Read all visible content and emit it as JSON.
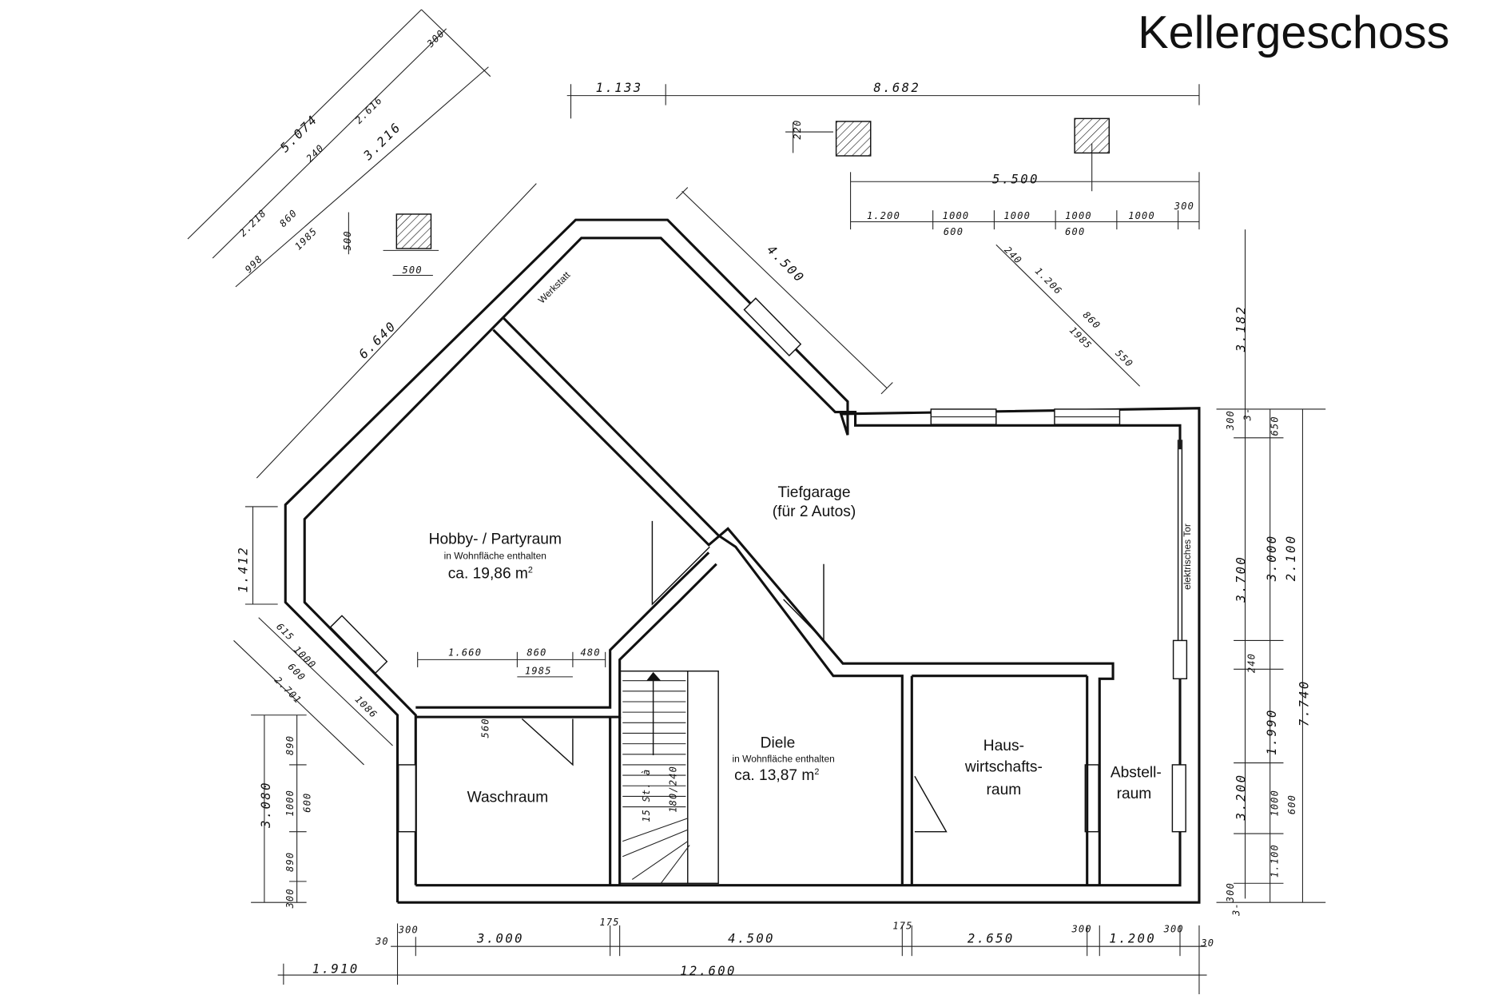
{
  "title": "Kellergeschoss",
  "rooms": {
    "hobby": {
      "name": "Hobby- / Partyraum",
      "note": "in Wohnfläche enthalten",
      "area": "ca. 19,86 m",
      "sup": "2"
    },
    "garage": {
      "name": "Tiefgarage",
      "sub": "(für 2 Autos)"
    },
    "werkstatt": {
      "name": "Werkstatt"
    },
    "diele": {
      "name": "Diele",
      "note": "in Wohnfläche enthalten",
      "area": "ca. 13,87 m",
      "sup": "2"
    },
    "wasch": {
      "name": "Waschraum"
    },
    "haus": {
      "line1": "Haus-",
      "line2": "wirtschafts-",
      "line3": "raum"
    },
    "abstell": {
      "line1": "Abstell-",
      "line2": "raum"
    },
    "tor": {
      "name": "elektrisches Tor"
    }
  },
  "dims": {
    "top_1133": "1.133",
    "top_8682": "8.682",
    "top_5500": "5.500",
    "top_1200": "1.200",
    "top_1000a": "1000",
    "top_1000b": "1000",
    "top_1000c": "1000",
    "top_1000d": "1000",
    "top_300": "300",
    "top_600a": "600",
    "top_600b": "600",
    "pillar_220": "220",
    "diag_5074": "5.074",
    "diag_2616": "2.616",
    "diag_240": "240",
    "diag_3216": "3.216",
    "diag_300": "300",
    "diag_2218": "2.218",
    "diag_860": "860",
    "diag_998": "998",
    "diag_1985": "1985",
    "pillar_500a": "500",
    "pillar_500b": "500",
    "diag_6640": "6.640",
    "diag_4500": "4.500",
    "r_240": "240",
    "r_1206": "1.206",
    "r_860": "860",
    "r_1985": "1985",
    "r_550": "550",
    "right_3182": "3.182",
    "right_300": "300",
    "right_3": "3-",
    "right_650": "650",
    "right_3700": "3.700",
    "right_3000": "3.000",
    "right_2100": "2.100",
    "right_240": "240",
    "right_1990": "1.990",
    "right_7740": "7.740",
    "right_3200": "3.200",
    "right_1000": "1000",
    "right_600": "600",
    "right_1100": "1.100",
    "right_300b": "300",
    "right_3b": "3-",
    "left_1412": "1.412",
    "ll_615": "615",
    "ll_1000": "1000",
    "ll_600": "600",
    "ll_2701": "2.701",
    "ll_1086": "1086",
    "left_3080": "3.080",
    "left_890a": "890",
    "left_1000": "1000",
    "left_600": "600",
    "left_890b": "890",
    "left_300": "300",
    "in_1660": "1.660",
    "in_860": "860",
    "in_480": "480",
    "in_1985": "1985",
    "in_560": "560",
    "st_15": "15 St. à",
    "st_180": "180/240",
    "b_30a": "30",
    "b_300a": "300",
    "b_3000": "3.000",
    "b_175a": "175",
    "b_4500": "4.500",
    "b_175b": "175",
    "b_2650": "2.650",
    "b_300b": "300",
    "b_1200": "1.200",
    "b_300c": "300",
    "b_30b": "30",
    "b_1910": "1.910",
    "b_12600": "12.600"
  }
}
